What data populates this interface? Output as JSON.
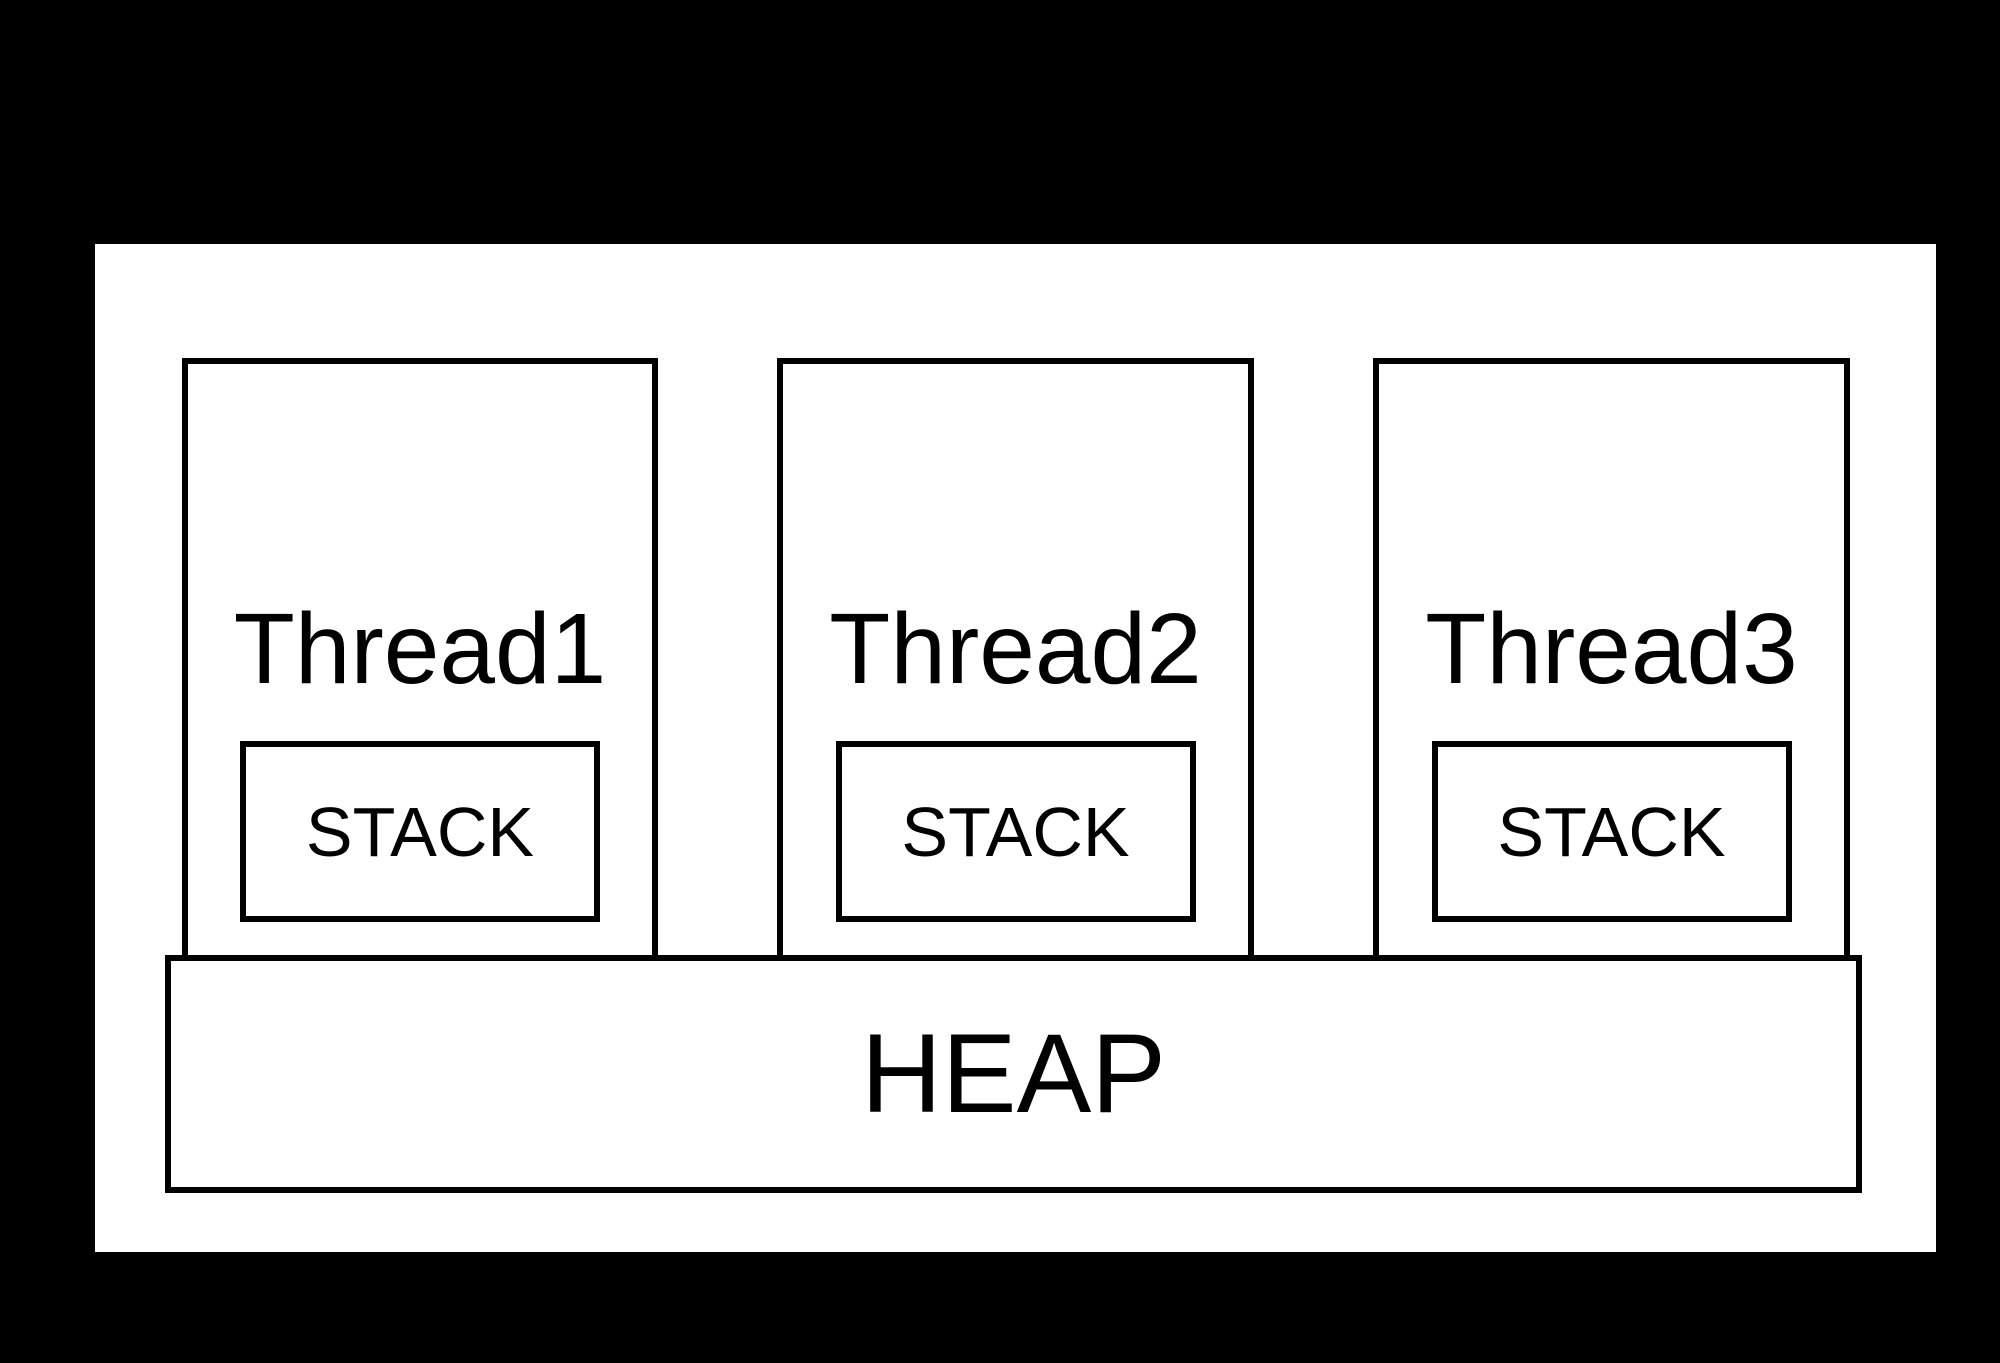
{
  "diagram": {
    "description": "Process memory model: three threads, each with its own stack, sharing one heap",
    "threads": [
      {
        "label": "Thread1",
        "stack_label": "STACK"
      },
      {
        "label": "Thread2",
        "stack_label": "STACK"
      },
      {
        "label": "Thread3",
        "stack_label": "STACK"
      }
    ],
    "heap_label": "HEAP",
    "colors": {
      "background": "#000000",
      "panel": "#ffffff",
      "line": "#000000",
      "text": "#000000"
    }
  }
}
